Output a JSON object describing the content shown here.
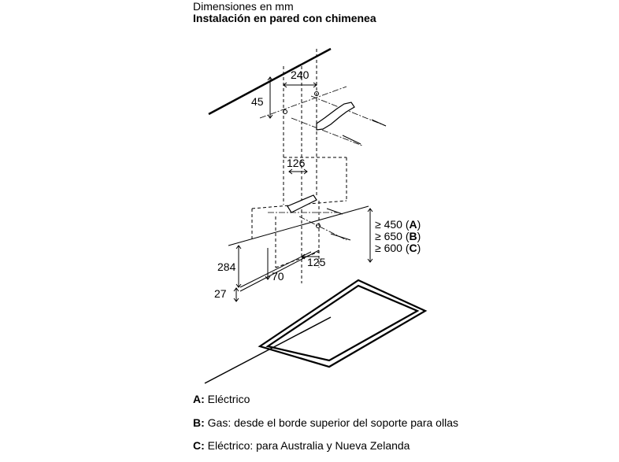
{
  "header": {
    "line1": "Dimensiones en mm",
    "line2": "Instalación en pared con chimenea"
  },
  "dimensions": {
    "d240": "240",
    "d45": "45",
    "d126": "126",
    "d284": "284",
    "d70": "70",
    "d125": "125",
    "d27": "27",
    "dA_val": "≥ 450 (",
    "dA_key": "A",
    "dB_val": "≥ 650 (",
    "dB_key": "B",
    "dC_val": "≥ 600 (",
    "dC_key": "C",
    "close": ")"
  },
  "legend": {
    "a_key": "A:",
    "a_text": "Eléctrico",
    "b_key": "B:",
    "b_text": "Gas: desde el borde superior del soporte para ollas",
    "c_key": "C:",
    "c_text": "Eléctrico: para Australia y Nueva Zelanda"
  }
}
